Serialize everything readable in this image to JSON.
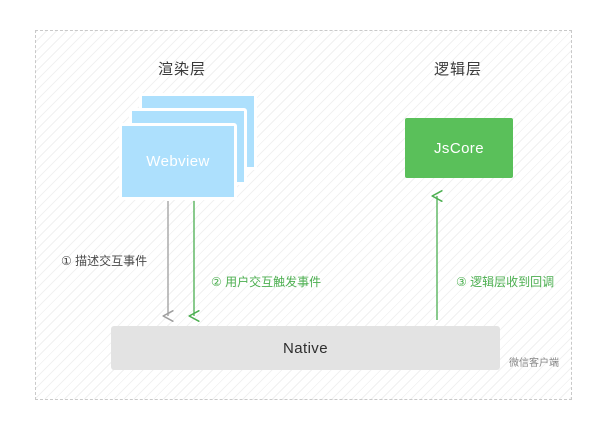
{
  "diagram": {
    "title_render_layer": "渲染层",
    "title_logic_layer": "逻辑层",
    "webview_label": "Webview",
    "jscore_label": "JsCore",
    "native_label": "Native",
    "client_caption": "微信客户端",
    "arrows": [
      {
        "id": "describe-interaction-events",
        "label": "① 描述交互事件",
        "color": "#9e9e9e",
        "direction": "down",
        "from": "Webview",
        "to": "Native"
      },
      {
        "id": "user-interaction-triggers-event",
        "label": "② 用户交互触发事件",
        "color": "#4caf50",
        "direction": "down",
        "from": "Webview",
        "to": "Native"
      },
      {
        "id": "logic-layer-receives-callback",
        "label": "③ 逻辑层收到回调",
        "color": "#4caf50",
        "direction": "up",
        "from": "Native",
        "to": "JsCore"
      }
    ],
    "colors": {
      "webview_fill": "#ade0fd",
      "jscore_fill": "#5ac05a",
      "native_fill": "#e3e3e3",
      "accent_green": "#4caf50",
      "accent_gray": "#9e9e9e",
      "border_dashed": "#c9c9c9"
    }
  }
}
